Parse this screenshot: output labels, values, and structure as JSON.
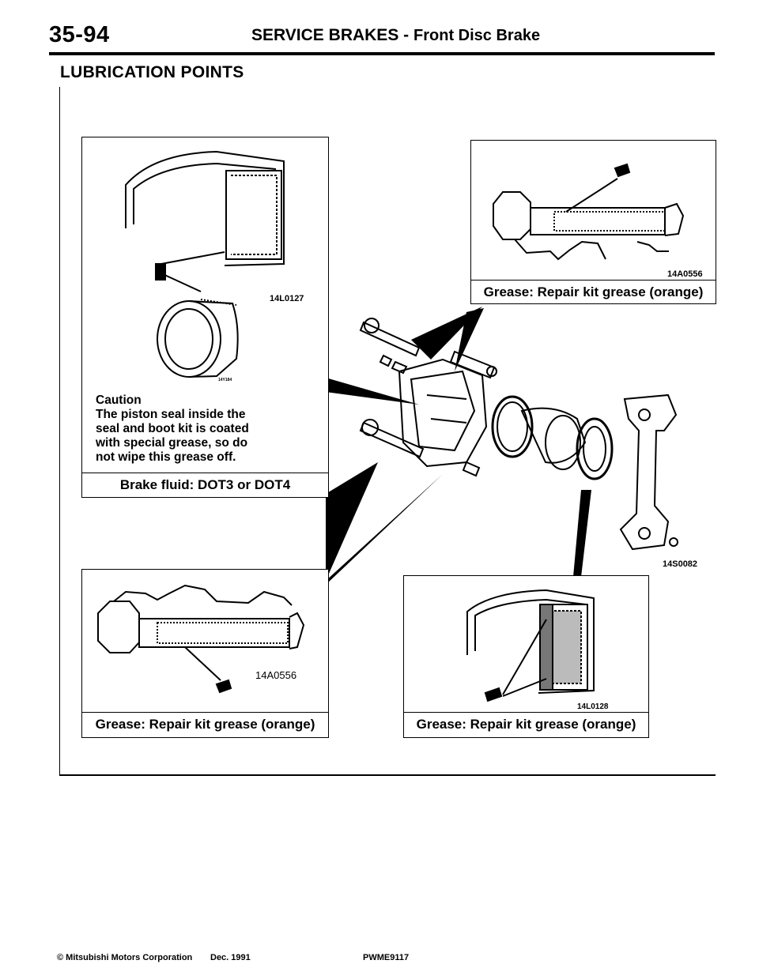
{
  "header": {
    "page_number": "35-94",
    "section": "SERVICE BRAKES",
    "separator": "-",
    "subsection": "Front Disc Brake"
  },
  "heading": "LUBRICATION POINTS",
  "panels": {
    "top_left": {
      "part_no": "14L0127",
      "small_code": "14Y184",
      "caution_title": "Caution",
      "caution_lines": [
        "The piston seal inside the",
        "seal and boot kit is coated",
        "with special grease, so do",
        "not wipe this grease off."
      ],
      "caption": "Brake fluid: DOT3 or DOT4"
    },
    "top_right": {
      "part_no": "14A0556",
      "caption": "Grease: Repair kit grease (orange)"
    },
    "bottom_left": {
      "part_no": "14A0556",
      "caption": "Grease: Repair kit grease (orange)"
    },
    "bottom_right": {
      "part_no": "14L0128",
      "caption": "Grease: Repair kit grease (orange)"
    },
    "center": {
      "part_no": "14S0082"
    }
  },
  "footer": {
    "copyright": "© Mitsubishi Motors Corporation",
    "date": "Dec. 1991",
    "doc_code": "PWME9117"
  }
}
